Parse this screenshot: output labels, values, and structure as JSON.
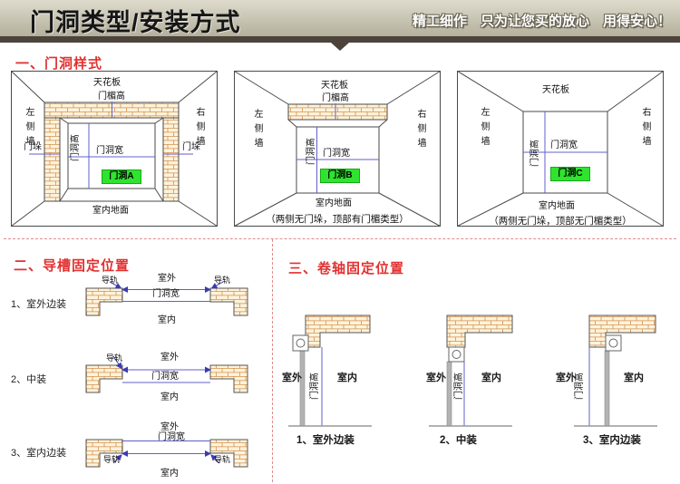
{
  "header": {
    "title": "门洞类型/安装方式",
    "slogan": "精工细作　只为让您买的放心　用得安心！"
  },
  "colors": {
    "accent_red": "#e23030",
    "dimension_blue": "#6060cc",
    "tag_green": "#2fe42f",
    "header_bar_brown": "#4c433b",
    "brick_fill": "#fdf3dc",
    "brick_mortar": "#d4914e"
  },
  "section1": {
    "title": "一、门洞样式",
    "labels": {
      "ceiling": "天花板",
      "lintel_height": "门楣高",
      "left_wall": "左侧墙",
      "right_wall": "右侧墙",
      "pier": "门垛",
      "opening_height": "门洞高",
      "opening_width": "门洞宽",
      "floor": "室内地面"
    },
    "diagrams": [
      {
        "tag": "门洞A",
        "caption": ""
      },
      {
        "tag": "门洞B",
        "caption": "（两侧无门垛，顶部有门楣类型）"
      },
      {
        "tag": "门洞C",
        "caption": "（两侧无门垛，顶部无门楣类型）"
      }
    ]
  },
  "section2": {
    "title": "二、导槽固定位置",
    "labels": {
      "rail": "导轨",
      "outdoor": "室外",
      "indoor": "室内",
      "opening_width": "门洞宽"
    },
    "items": [
      {
        "label": "1、室外边装"
      },
      {
        "label": "2、中装"
      },
      {
        "label": "3、室内边装"
      }
    ]
  },
  "section3": {
    "title": "三、卷轴固定位置",
    "labels": {
      "outdoor": "室外",
      "indoor": "室内",
      "opening_height": "门洞高"
    },
    "items": [
      {
        "caption": "1、室外边装"
      },
      {
        "caption": "2、中装"
      },
      {
        "caption": "3、室内边装"
      }
    ]
  }
}
